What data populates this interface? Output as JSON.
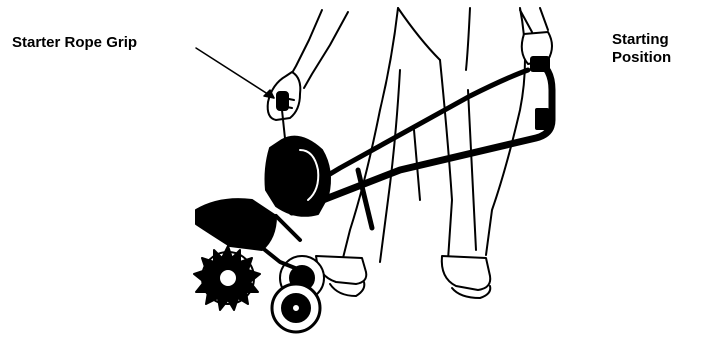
{
  "callout": {
    "label": "Starter Rope Grip"
  },
  "title": {
    "line1": "Starting",
    "line2": "Position"
  },
  "illustration": {
    "subject": "cultivator-being-started-by-person",
    "colors": {
      "ink": "#000000",
      "paper": "#ffffff"
    }
  }
}
